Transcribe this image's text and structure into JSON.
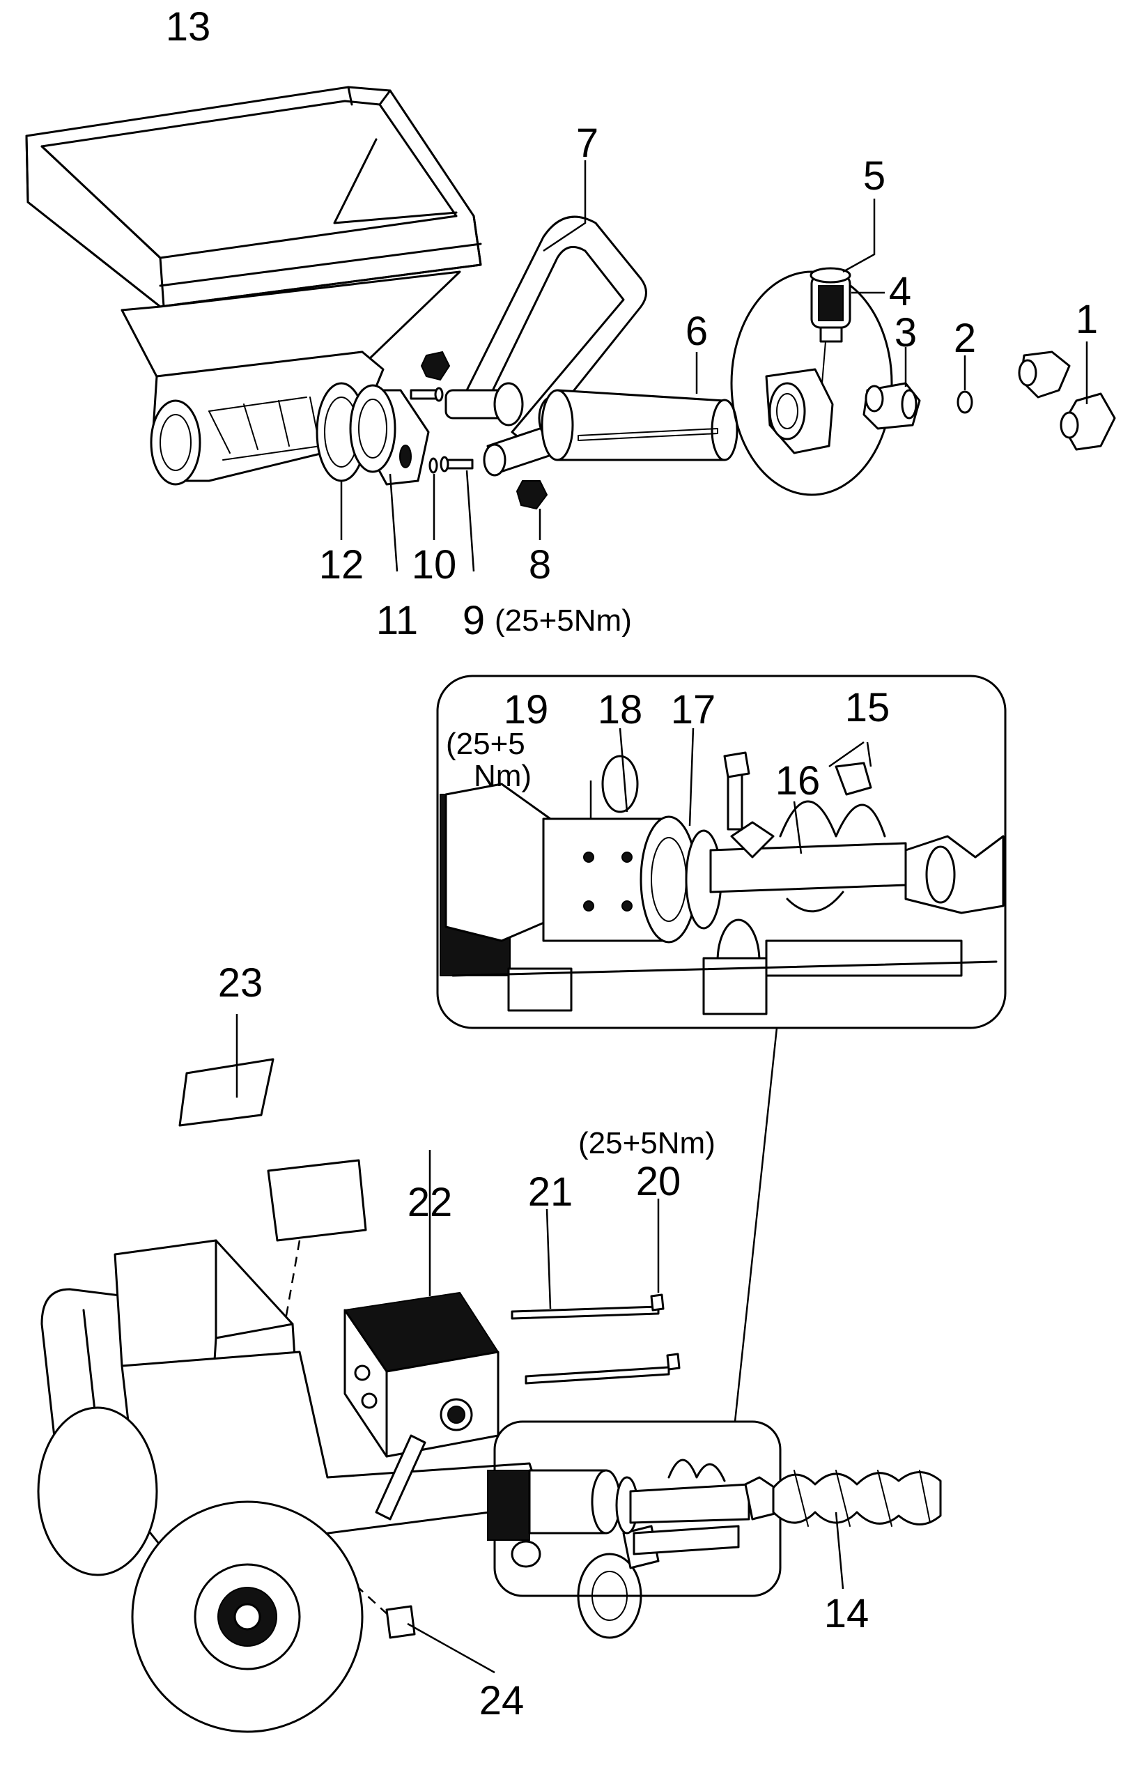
{
  "callouts": {
    "p1": "1",
    "p2": "2",
    "p3": "3",
    "p4": "4",
    "p5": "5",
    "p6": "6",
    "p7": "7",
    "p8": "8",
    "p9": "9",
    "p10": "10",
    "p11": "11",
    "p12": "12",
    "p13": "13",
    "p14": "14",
    "p15": "15",
    "p16": "16",
    "p17": "17",
    "p18": "18",
    "p19": "19",
    "p20": "20",
    "p21": "21",
    "p22": "22",
    "p23": "23",
    "p24": "24"
  },
  "torque": {
    "t9": "(25+5Nm)",
    "t19_line1": "(25+5",
    "t19_line2": "Nm)",
    "t20": "(25+5Nm)"
  }
}
